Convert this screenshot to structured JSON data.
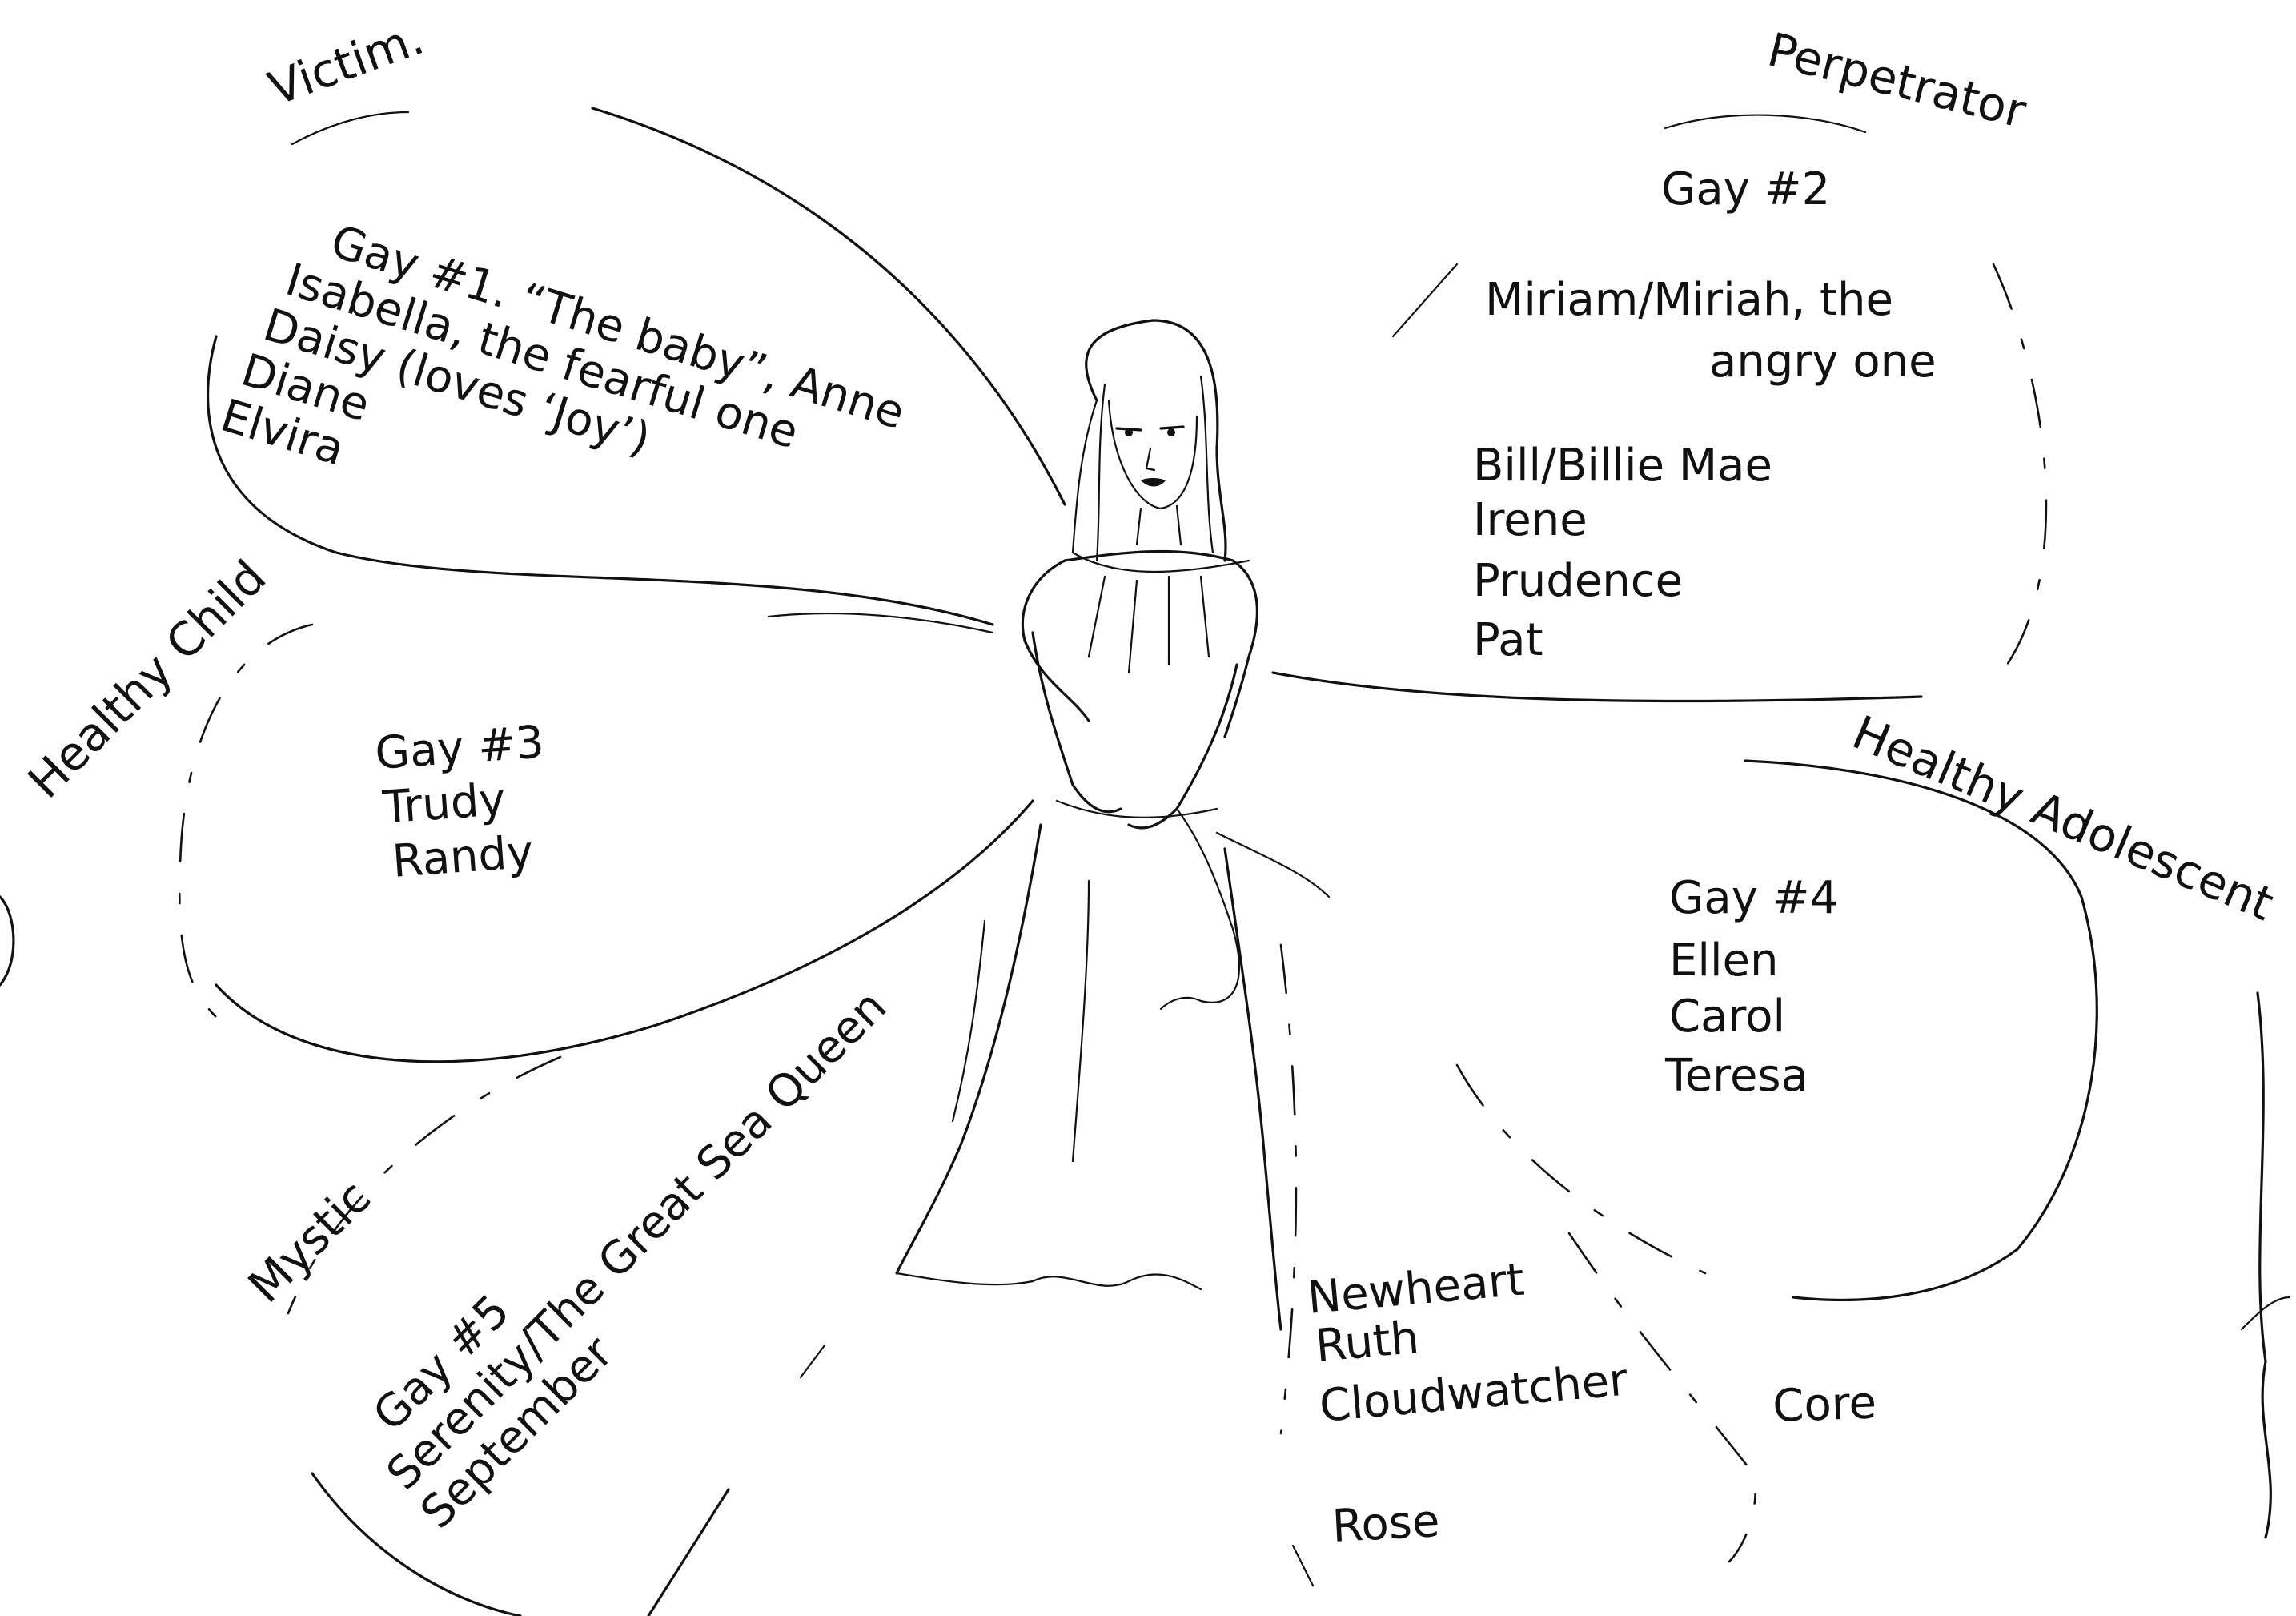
{
  "petals": {
    "victim": {
      "label": "Victim.",
      "lines": [
        "Gay #1. “The baby”, Anne",
        "Isabella, the fearful one",
        "Daisy (loves ‘Joy’)",
        "Diane",
        "Elvira"
      ]
    },
    "perpetrator": {
      "label": "Perpetrator",
      "lines": [
        "Gay #2",
        "Miriam/Miriah, the",
        "angry one",
        "Bill/Billie Mae",
        "Irene",
        "Prudence",
        "Pat"
      ]
    },
    "healthy_child": {
      "label": "Healthy Child",
      "lines": [
        "Gay #3",
        "Trudy",
        "Randy"
      ]
    },
    "healthy_adolescent": {
      "label": "Healthy Adolescent",
      "lines": [
        "Gay #4",
        "Ellen",
        "Carol",
        "Teresa"
      ]
    },
    "mystic": {
      "label": "Mystic",
      "lines": [
        "Gay #5",
        "Serenity/The Great Sea Queen",
        "September"
      ]
    },
    "core": {
      "label": "Core",
      "lines": [
        "Newheart",
        "Ruth",
        "Cloudwatcher",
        "Rose"
      ]
    }
  }
}
